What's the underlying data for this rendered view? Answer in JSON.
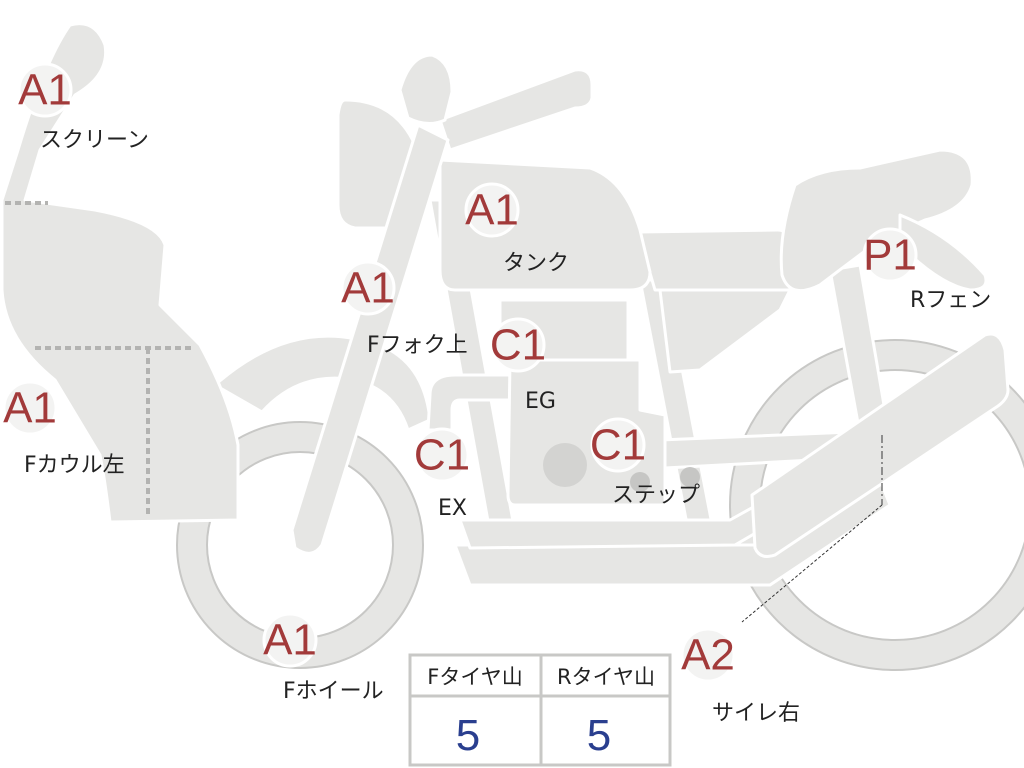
{
  "parts": [
    {
      "id": "screen",
      "code": "A1",
      "label": "スクリーン"
    },
    {
      "id": "tank",
      "code": "A1",
      "label": "タンク"
    },
    {
      "id": "rfender",
      "code": "P1",
      "label": "Rフェン"
    },
    {
      "id": "ffork",
      "code": "A1",
      "label": "Fフォク上"
    },
    {
      "id": "eg",
      "code": "C1",
      "label": "EG"
    },
    {
      "id": "fcowl",
      "code": "A1",
      "label": "Fカウル左"
    },
    {
      "id": "ex",
      "code": "C1",
      "label": "EX"
    },
    {
      "id": "step",
      "code": "C1",
      "label": "ステップ"
    },
    {
      "id": "fwheel",
      "code": "A1",
      "label": "Fホイール"
    },
    {
      "id": "silencer",
      "code": "A2",
      "label": "サイレ右"
    }
  ],
  "tires": {
    "front": {
      "header": "Fタイヤ山",
      "value": "5"
    },
    "rear": {
      "header": "Rタイヤ山",
      "value": "5"
    }
  },
  "colors": {
    "code": "#a23a3a",
    "tire_value": "#2a3f8f",
    "body": "#e6e6e4"
  }
}
